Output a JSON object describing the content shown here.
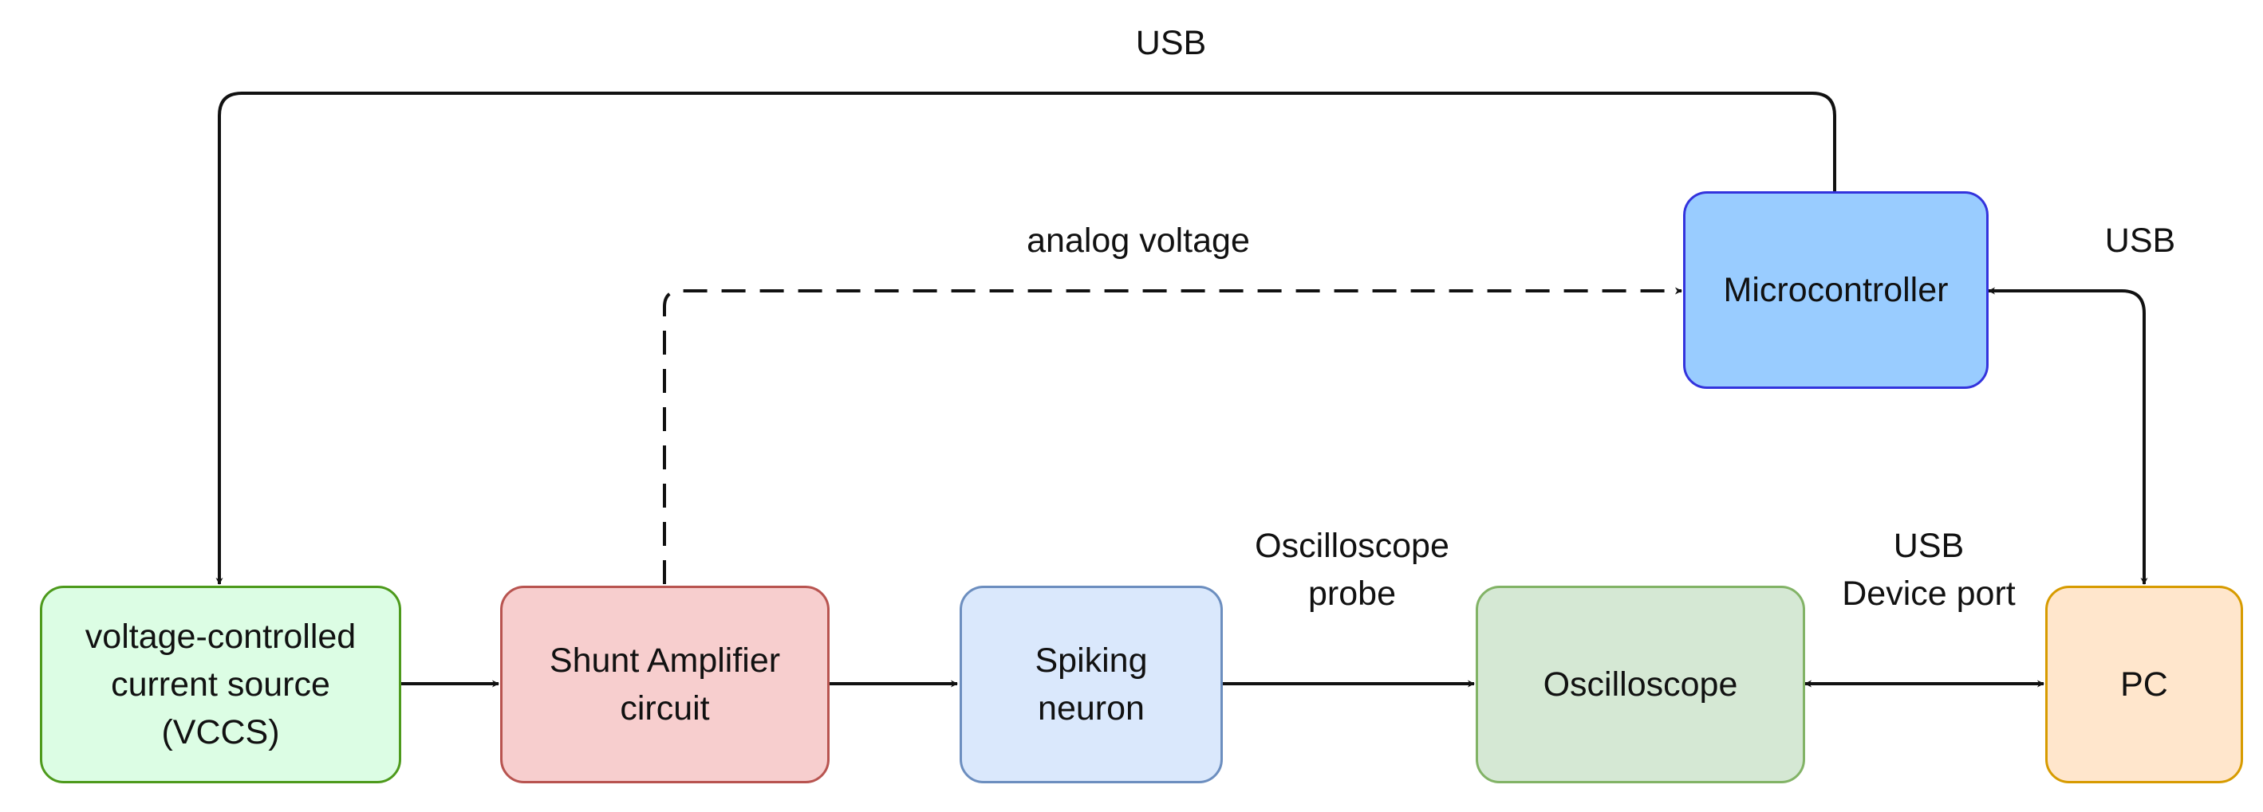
{
  "nodes": {
    "vccs": {
      "label": "voltage-controlled\ncurrent source\n(VCCS)",
      "fill": "#dcfde4",
      "stroke": "#4d9a1c"
    },
    "shunt": {
      "label": "Shunt Amplifier\ncircuit",
      "fill": "#f7cece",
      "stroke": "#b85450"
    },
    "neuron": {
      "label": "Spiking\nneuron",
      "fill": "#dae8fc",
      "stroke": "#6c8ebf"
    },
    "oscilloscope": {
      "label": "Oscilloscope",
      "fill": "#d5e8d4",
      "stroke": "#82b366"
    },
    "pc": {
      "label": "PC",
      "fill": "#ffe6cc",
      "stroke": "#d79b00"
    },
    "microcontroller": {
      "label": "Microcontroller",
      "fill": "#99ccff",
      "stroke": "#3333dd"
    }
  },
  "edge_labels": {
    "usb_top": "USB",
    "analog_voltage": "analog voltage",
    "usb_right": "USB",
    "probe": "Oscilloscope\nprobe",
    "usb_device_port": "USB\nDevice port"
  }
}
